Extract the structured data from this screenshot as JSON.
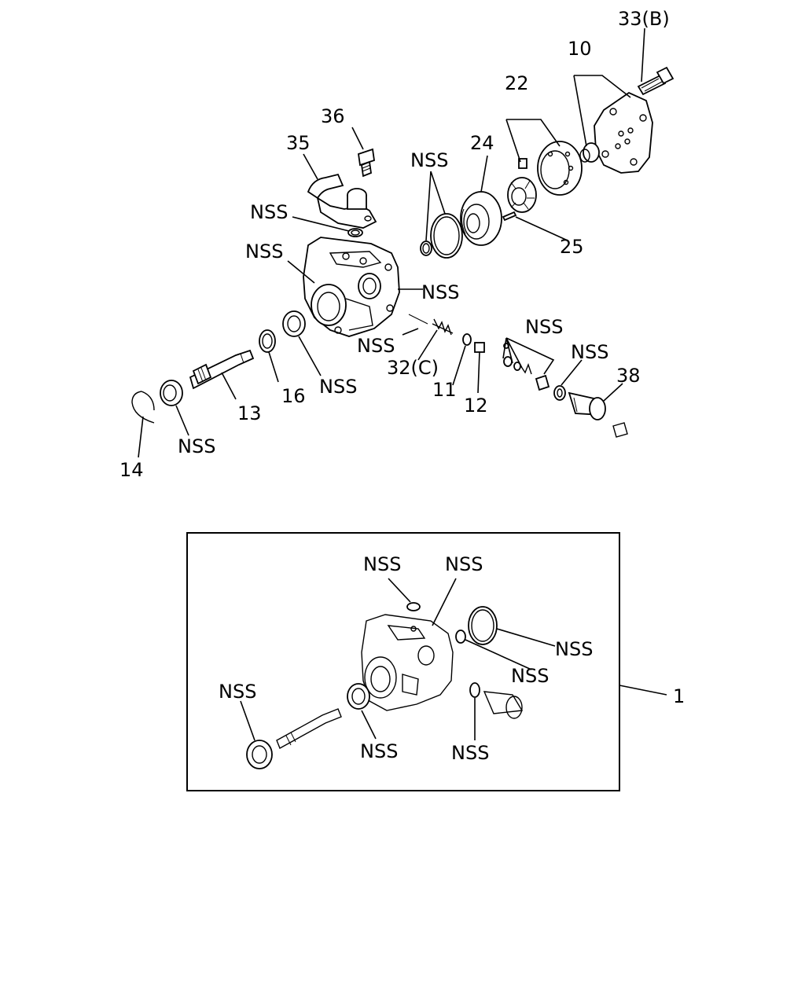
{
  "diagram": {
    "labels": {
      "p33": "33(B)",
      "p10": "10",
      "p22": "22",
      "p36": "36",
      "p35": "35",
      "p24": "24",
      "nss_orings_top": "NSS",
      "nss_gasket": "NSS",
      "p25": "25",
      "nss_body_left": "NSS",
      "nss_body_right": "NSS",
      "nss_seal_plug": "NSS",
      "p32": "32(C)",
      "nss_valve_parts": "NSS",
      "nss_washer": "NSS",
      "p38": "38",
      "nss_oil_seal": "NSS",
      "p11": "11",
      "p12": "12",
      "p13": "13",
      "p16": "16",
      "nss_bearing": "NSS",
      "p14": "14",
      "inset_nss_top_left": "NSS",
      "inset_nss_top_right": "NSS",
      "inset_nss_oring_large": "NSS",
      "inset_nss_oring_small": "NSS",
      "inset_nss_bearing": "NSS",
      "inset_nss_seal": "NSS",
      "inset_nss_washer": "NSS",
      "p1": "1"
    }
  }
}
